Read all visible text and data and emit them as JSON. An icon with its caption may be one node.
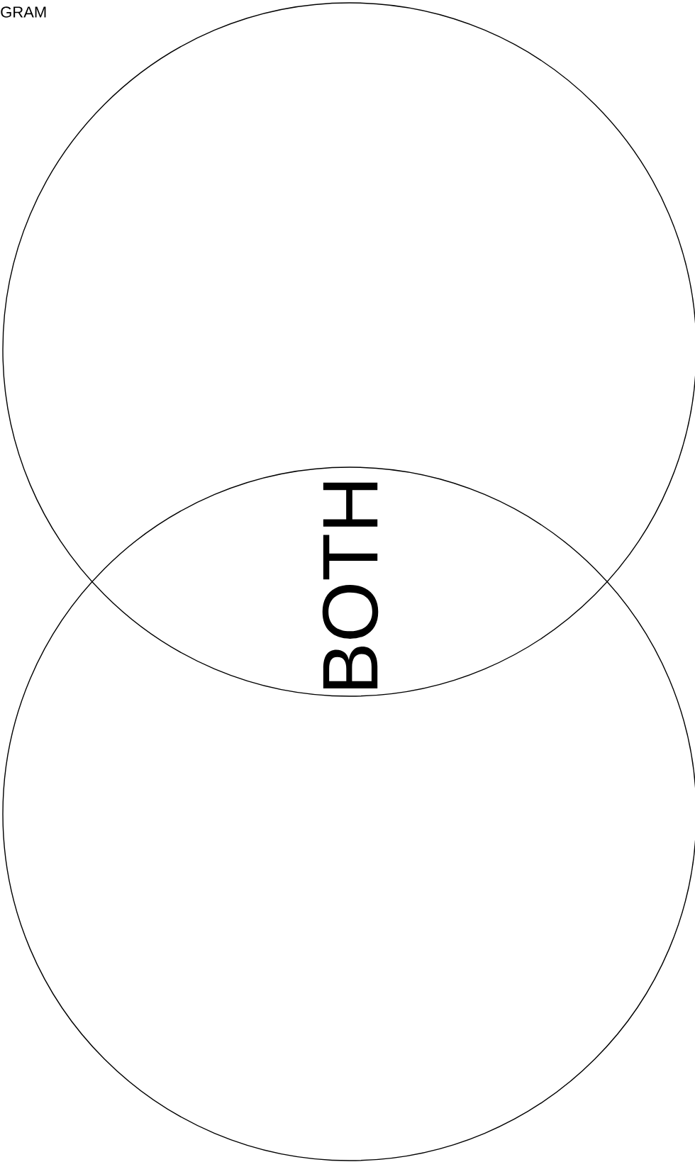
{
  "diagram": {
    "nodes": [
      {
        "text": [],
        "shape": "circle"
      },
      {
        "text": [],
        "shape": "circle"
      }
    ],
    "labels": [
      "GRAM",
      "BOTH"
    ]
  }
}
